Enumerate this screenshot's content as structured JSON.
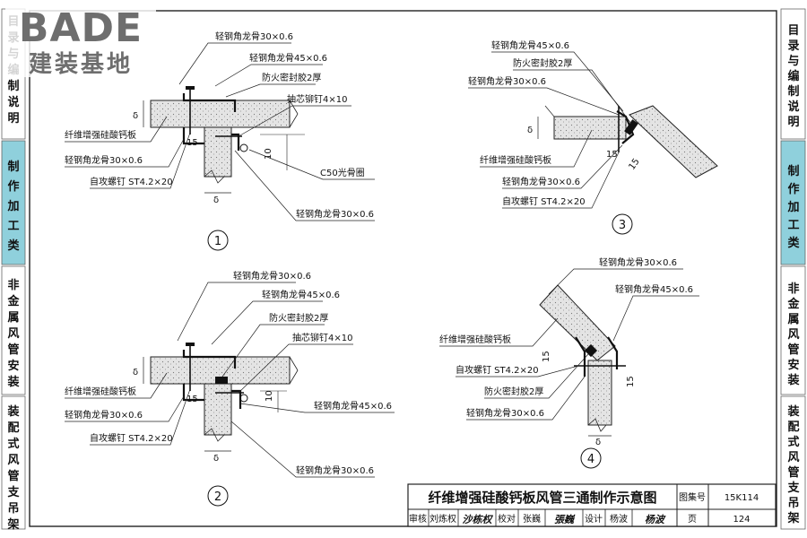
{
  "logo": {
    "brand": "BADE",
    "subtitle": "建装基地"
  },
  "side_tabs": {
    "left": [
      {
        "label": "目录与编制说明",
        "active": false
      },
      {
        "label": "制作加工类",
        "active": true
      },
      {
        "label": "非金属风管安装",
        "active": false
      },
      {
        "label": "装配式风管支吊架",
        "active": false
      }
    ],
    "right": [
      {
        "label": "目录与编制说明",
        "active": false
      },
      {
        "label": "制作加工类",
        "active": true
      },
      {
        "label": "非金属风管安装",
        "active": false
      },
      {
        "label": "装配式风管支吊架",
        "active": false
      }
    ],
    "active_color": "#8fd0dc"
  },
  "details": [
    {
      "number": "1",
      "labels": [
        "轻钢角龙骨30×0.6",
        "轻钢角龙骨45×0.6",
        "防火密封胶2厚",
        "抽芯铆钉4×10",
        "纤维增强硅酸钙板",
        "轻钢角龙骨30×0.6",
        "自攻螺钉 ST4.2×20",
        "C50光骨圈",
        "轻钢角龙骨30×0.6"
      ],
      "dims": [
        "δ",
        "15",
        "δ",
        "10"
      ]
    },
    {
      "number": "2",
      "labels": [
        "轻钢角龙骨30×0.6",
        "轻钢角龙骨45×0.6",
        "防火密封胶2厚",
        "抽芯铆钉4×10",
        "纤维增强硅酸钙板",
        "轻钢角龙骨30×0.6",
        "自攻螺钉 ST4.2×20",
        "轻钢角龙骨45×0.6",
        "轻钢角龙骨30×0.6"
      ],
      "dims": [
        "δ",
        "15",
        "δ",
        "10"
      ]
    },
    {
      "number": "3",
      "labels": [
        "轻钢角龙骨45×0.6",
        "防火密封胶2厚",
        "轻钢角龙骨30×0.6",
        "纤维增强硅酸钙板",
        "轻钢角龙骨30×0.6",
        "自攻螺钉 ST4.2×20"
      ],
      "dims": [
        "δ",
        "15",
        "15"
      ]
    },
    {
      "number": "4",
      "labels": [
        "轻钢角龙骨30×0.6",
        "轻钢角龙骨45×0.6",
        "纤维增强硅酸钙板",
        "自攻螺钉 ST4.2×20",
        "防火密封胶2厚",
        "轻钢角龙骨30×0.6"
      ],
      "dims": [
        "15",
        "15",
        "δ"
      ]
    }
  ],
  "title_block": {
    "title": "纤维增强硅酸钙板风管三通制作示意图",
    "atlas_label": "图集号",
    "atlas_no": "15K114",
    "review_label": "审核",
    "reviewer": "刘炼权",
    "reviewer_sig": "沙栋权",
    "check_label": "校对",
    "checker": "张巍",
    "checker_sig": "張巍",
    "design_label": "设计",
    "designer": "杨波",
    "designer_sig": "杨波",
    "page_label": "页",
    "page_no": "124"
  }
}
